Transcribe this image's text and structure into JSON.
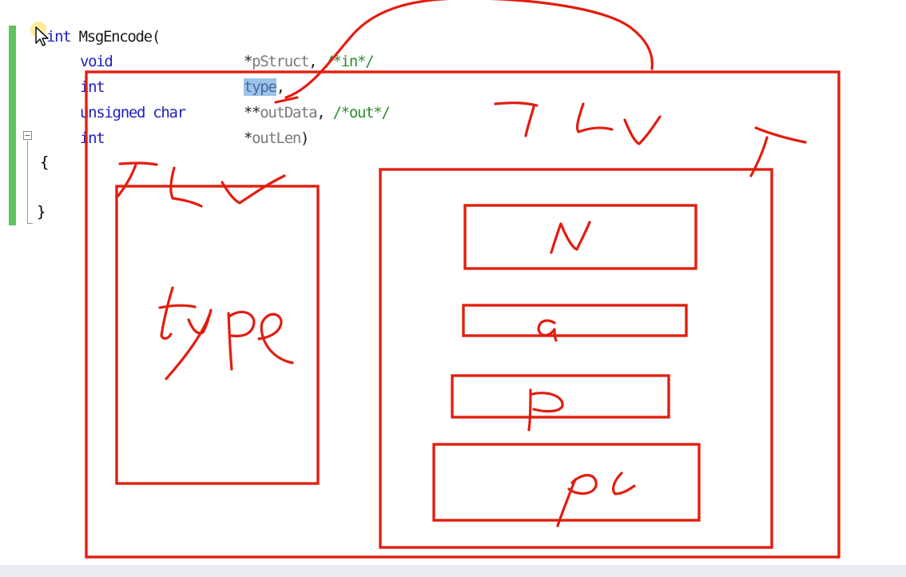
{
  "editor": {
    "line1": {
      "type": "int",
      "name": "MsgEncode",
      "open": "("
    },
    "line2": {
      "type": "void",
      "ptr": "*",
      "param": "pStruct",
      "comma": ",",
      "comment": "/*in*/"
    },
    "line3": {
      "type": "int",
      "param": "type",
      "comma": ","
    },
    "line4": {
      "type": "unsigned char",
      "ptr": "**",
      "param": "outData",
      "comma": ",",
      "comment": "/*out*/"
    },
    "line5": {
      "type": "int",
      "ptr": "*",
      "param": "outLen",
      "close": ")"
    },
    "brace_open": "{",
    "brace_close": "}",
    "fold_symbol": "−"
  },
  "annotations": {
    "stroke_color": "#e21d10",
    "box_color": "#e0200f",
    "selection_color": "#9cc3e8",
    "change_bar_color": "#5fc35f"
  },
  "icons": {
    "cursor": "arrow-cursor-icon",
    "fold": "collapse-icon"
  }
}
